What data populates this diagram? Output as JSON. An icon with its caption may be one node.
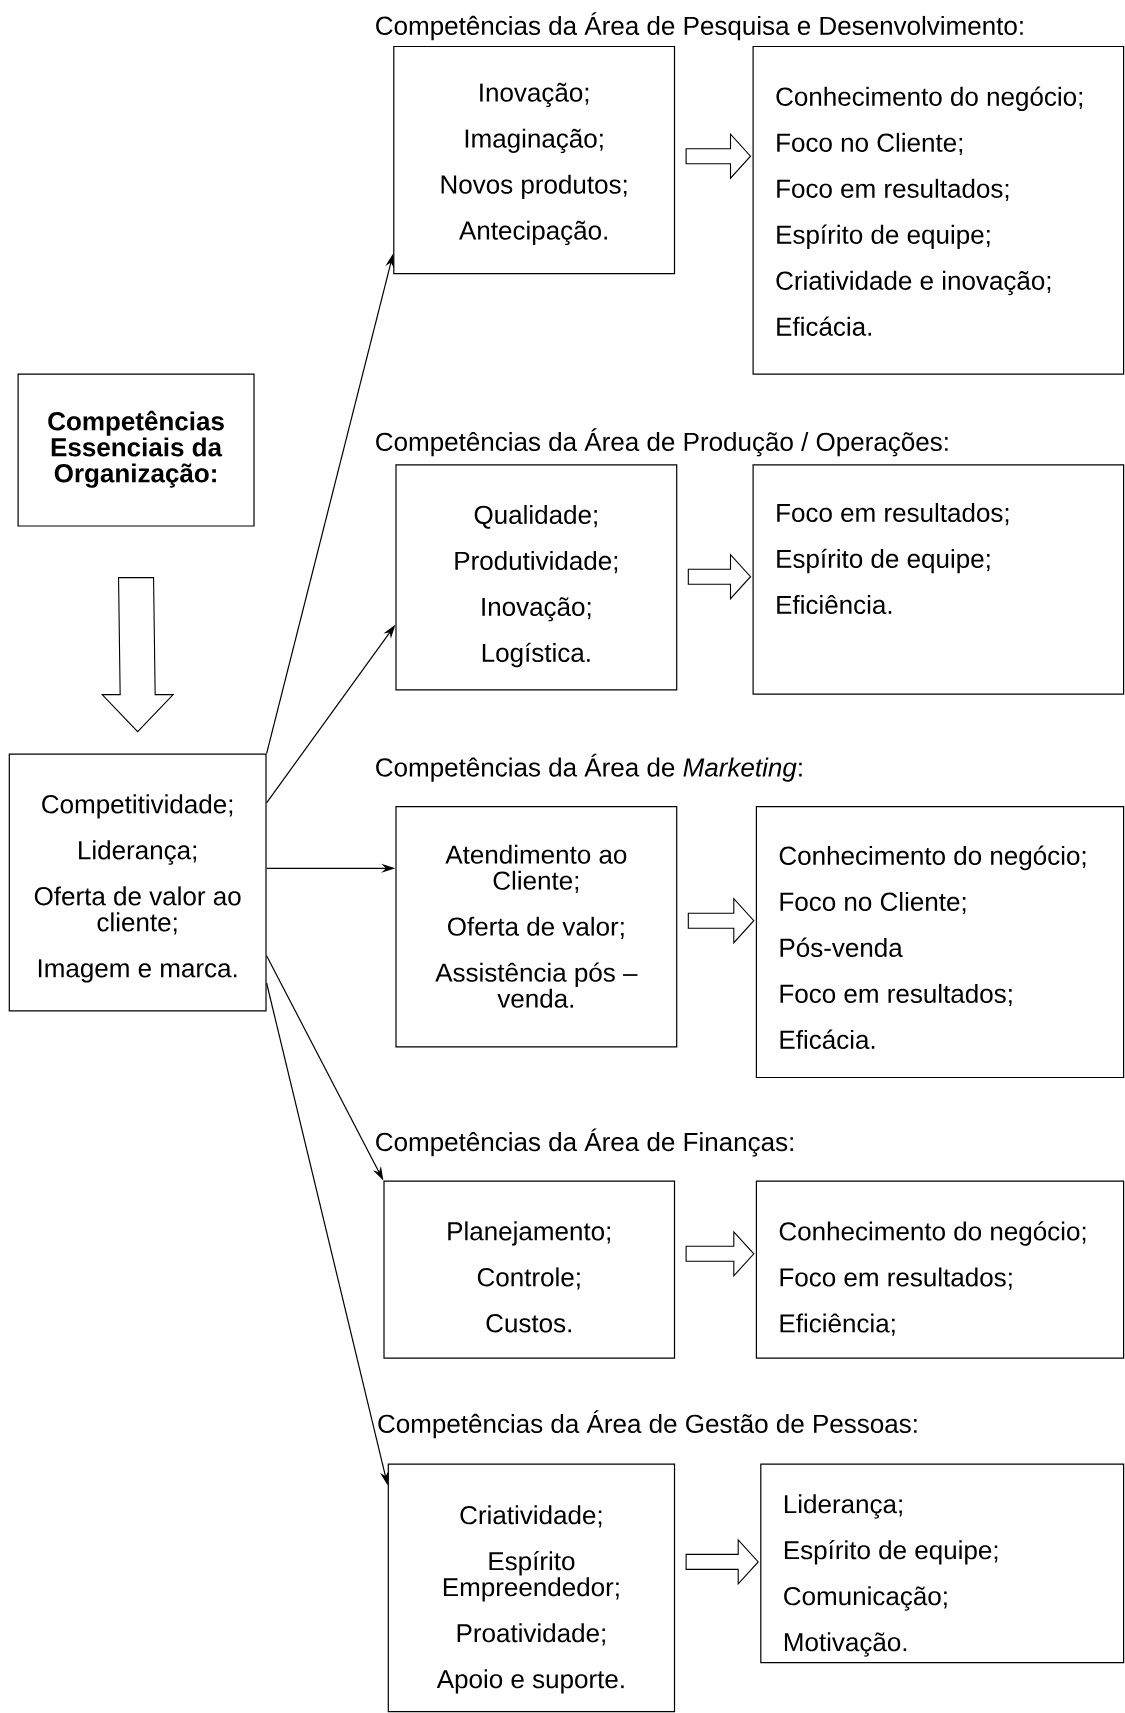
{
  "diagram": {
    "nodes": [
      {
        "text": [
          "Competências Essenciais da Organização:"
        ]
      },
      {
        "text": [
          "Competitividade;",
          "Liderança;",
          "Oferta de valor ao cliente;",
          "Imagem e marca."
        ]
      },
      {
        "text": [
          "Inovação;",
          "Imaginação;",
          "Novos produtos;",
          "Antecipação."
        ]
      },
      {
        "text": [
          "Conhecimento do negócio;",
          "Foco no Cliente;",
          "Foco em resultados;",
          "Espírito de equipe;",
          "Criatividade e inovação;",
          "Eficácia."
        ]
      },
      {
        "text": [
          "Qualidade;",
          "Produtividade;",
          "Inovação;",
          "Logística."
        ]
      },
      {
        "text": [
          "Foco em resultados;",
          "Espírito de equipe;",
          "Eficiência."
        ]
      },
      {
        "text": [
          "Atendimento ao Cliente;",
          "Oferta de valor;",
          "Assistência pós – venda."
        ]
      },
      {
        "text": [
          "Conhecimento do negócio;",
          "Foco no Cliente;",
          "Pós-venda",
          "Foco em resultados;",
          "Eficácia."
        ]
      },
      {
        "text": [
          "Planejamento;",
          "Controle;",
          "Custos."
        ]
      },
      {
        "text": [
          "Conhecimento do negócio;",
          "Foco em resultados;",
          "Eficiência;"
        ]
      },
      {
        "text": [
          "Criatividade;",
          "Espírito Empreendedor;",
          "Proatividade;",
          "Apoio e suporte."
        ]
      },
      {
        "text": [
          "Liderança;",
          "Espírito de equipe;",
          "Comunicação;",
          "Motivação."
        ]
      }
    ],
    "edges": [
      {
        "from": 0,
        "to": 1,
        "arrow": "to",
        "style": "thick"
      },
      {
        "from": 1,
        "to": 2,
        "arrow": "to"
      },
      {
        "from": 1,
        "to": 4,
        "arrow": "to"
      },
      {
        "from": 1,
        "to": 6,
        "arrow": "to"
      },
      {
        "from": 1,
        "to": 8,
        "arrow": "to"
      },
      {
        "from": 1,
        "to": 10,
        "arrow": "to"
      },
      {
        "from": 2,
        "to": 3,
        "arrow": "to",
        "style": "thick"
      },
      {
        "from": 4,
        "to": 5,
        "arrow": "to",
        "style": "thick"
      },
      {
        "from": 6,
        "to": 7,
        "arrow": "to",
        "style": "thick"
      },
      {
        "from": 8,
        "to": 9,
        "arrow": "to",
        "style": "thick"
      },
      {
        "from": 10,
        "to": 11,
        "arrow": "to",
        "style": "thick"
      }
    ],
    "labels": [
      "Competências da Área de Pesquisa e Desenvolvimento:",
      "Competências da Área de Produção / Operações:",
      "Competências da Área de *Marketing*:",
      "Competências da Área de Finanças:",
      "Competências da Área de Gestão de Pessoas:"
    ]
  }
}
